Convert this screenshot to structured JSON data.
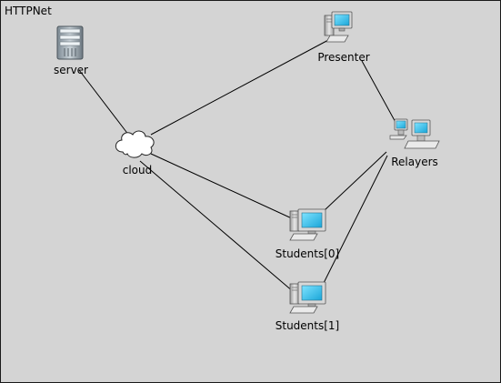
{
  "network": {
    "title": "HTTPNet",
    "background": "#d4d4d4",
    "border": "#1a1a1a"
  },
  "nodes": {
    "server": {
      "label": "server",
      "icon": "server-icon"
    },
    "cloud": {
      "label": "cloud",
      "icon": "cloud-icon"
    },
    "presenter": {
      "label": "Presenter",
      "icon": "pc-icon"
    },
    "relayers": {
      "label": "Relayers",
      "icon": "pc-group-icon"
    },
    "students0": {
      "label": "Students[0]",
      "icon": "pc-icon"
    },
    "students1": {
      "label": "Students[1]",
      "icon": "pc-icon"
    }
  },
  "links": [
    [
      "server",
      "cloud"
    ],
    [
      "cloud",
      "presenter"
    ],
    [
      "cloud",
      "students0"
    ],
    [
      "cloud",
      "students1"
    ],
    [
      "presenter",
      "relayers"
    ],
    [
      "relayers",
      "students0"
    ],
    [
      "relayers",
      "students1"
    ]
  ],
  "colors": {
    "screen": "#38c8f0",
    "monitor": "#d6d6d6",
    "outline": "#555555",
    "cloud_fill": "#ffffff"
  }
}
